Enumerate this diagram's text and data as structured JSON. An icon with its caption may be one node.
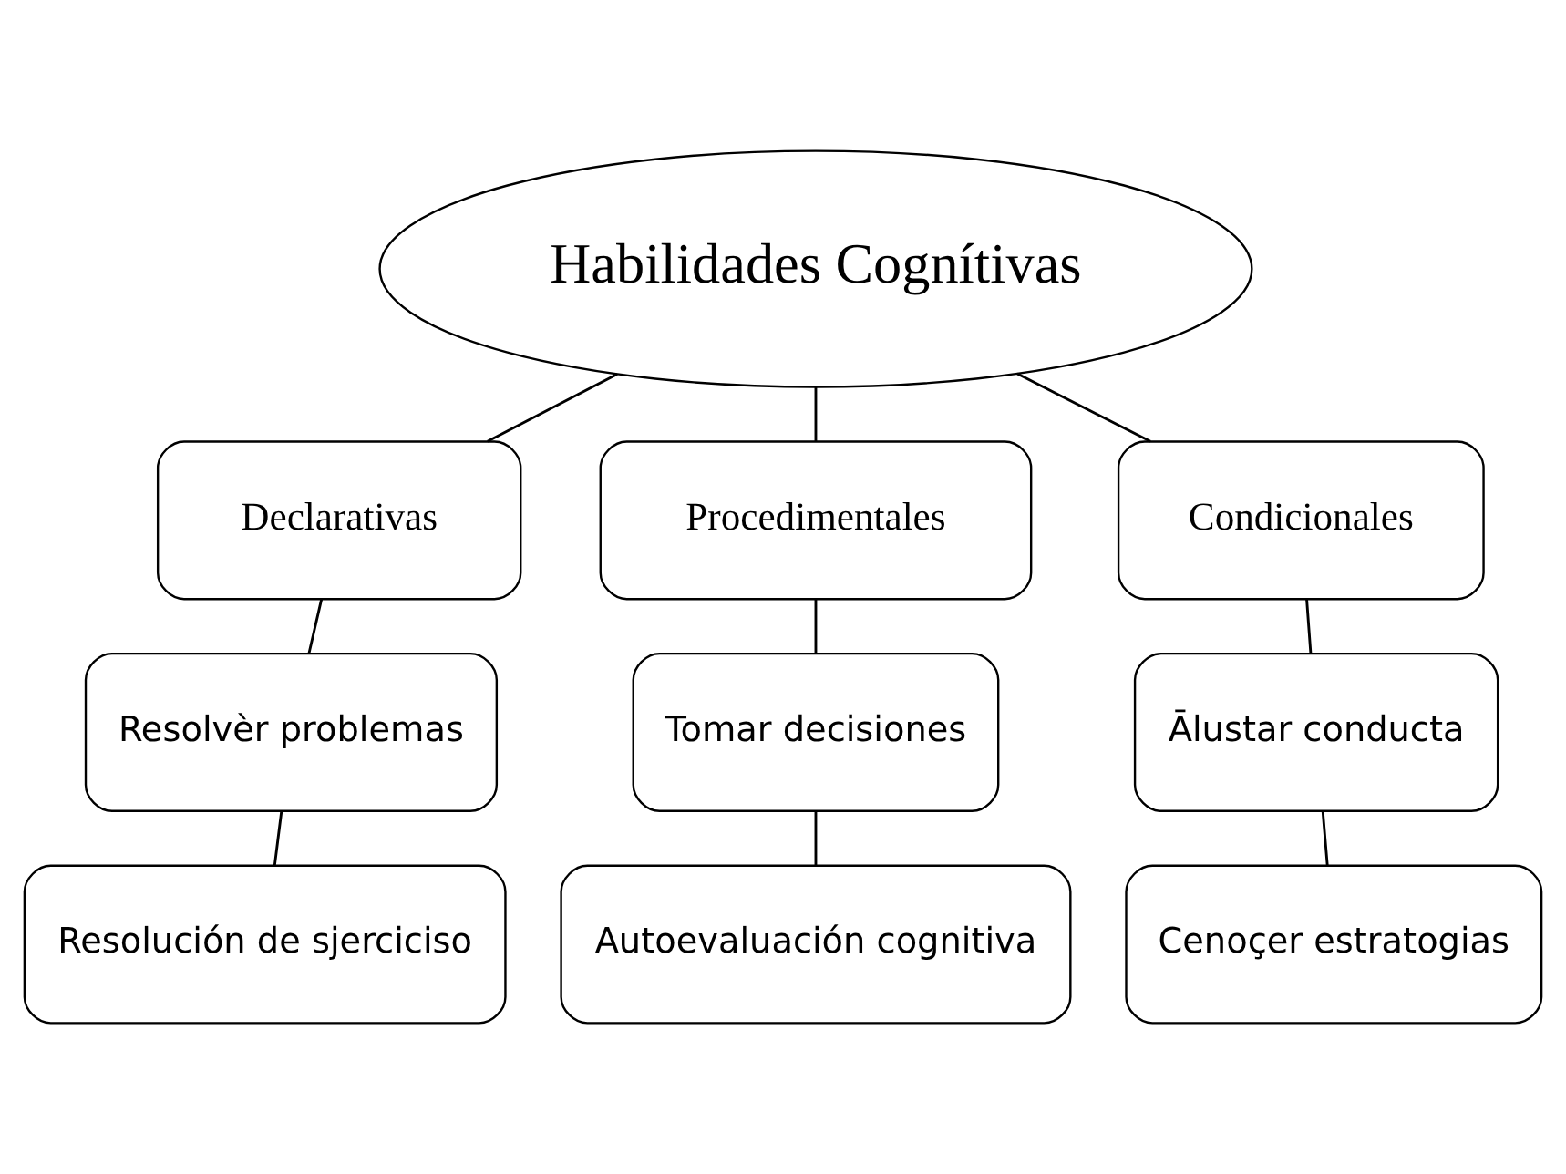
{
  "diagram": {
    "nodes": [
      {
        "text": [
          "Habilidades Cognítivas"
        ]
      },
      {
        "text": [
          "Declarativas"
        ]
      },
      {
        "text": [
          "Procedimentales"
        ]
      },
      {
        "text": [
          "Condicionales"
        ]
      },
      {
        "text": [
          "Resolvèr problemas"
        ]
      },
      {
        "text": [
          "Tomar decisiones"
        ]
      },
      {
        "text": [
          "Ālustar conducta"
        ]
      },
      {
        "text": [
          "Resolución de sjerciciso"
        ]
      },
      {
        "text": [
          "Autoevaluación cognitiva"
        ]
      },
      {
        "text": [
          "Cenoçer estratogias"
        ]
      }
    ],
    "edges": [
      {
        "from": 0,
        "to": 1,
        "arrow": "none"
      },
      {
        "from": 0,
        "to": 2,
        "arrow": "none"
      },
      {
        "from": 0,
        "to": 3,
        "arrow": "none"
      },
      {
        "from": 1,
        "to": 4,
        "arrow": "none"
      },
      {
        "from": 2,
        "to": 5,
        "arrow": "none"
      },
      {
        "from": 3,
        "to": 6,
        "arrow": "none"
      },
      {
        "from": 4,
        "to": 7,
        "arrow": "none"
      },
      {
        "from": 5,
        "to": 8,
        "arrow": "none"
      },
      {
        "from": 6,
        "to": 9,
        "arrow": "none"
      }
    ]
  }
}
